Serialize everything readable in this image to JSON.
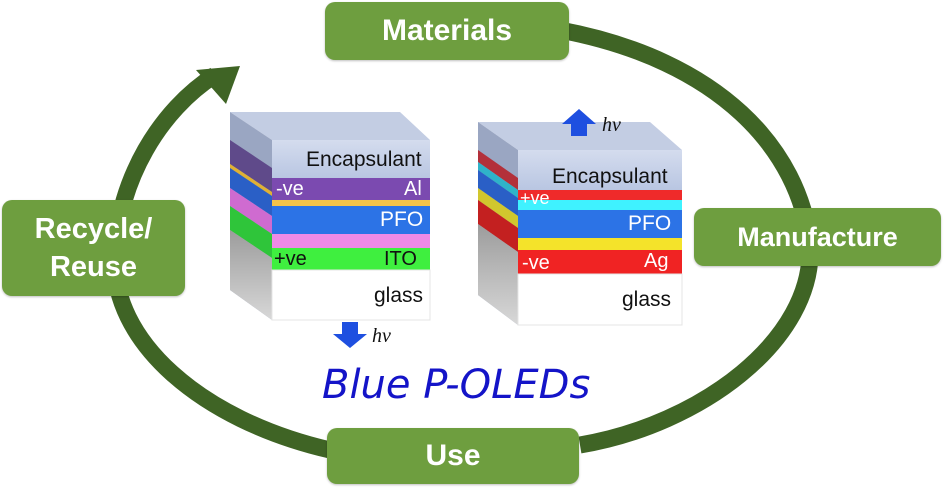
{
  "cycle": {
    "materials": "Materials",
    "manufacture": "Manufacture",
    "use": "Use",
    "recycle_line1": "Recycle/",
    "recycle_line2": "Reuse"
  },
  "title": "Blue P-OLEDs",
  "colors": {
    "cycle_green": "#6e9e3f",
    "arc_green": "#3f6425",
    "title_blue": "#1414c8",
    "arrow_blue": "#1e4fe0"
  },
  "bottom_emitting": {
    "encapsulant": "Encapsulant",
    "cathode_sign": "-ve",
    "cathode": "Al",
    "emitter": "PFO",
    "anode_sign": "+ve",
    "anode": "ITO",
    "substrate": "glass",
    "emission": "hv"
  },
  "top_emitting": {
    "encapsulant": "Encapsulant",
    "anode_sign": "+ve",
    "emitter": "PFO",
    "cathode_sign": "-ve",
    "cathode": "Ag",
    "substrate": "glass",
    "emission": "hv"
  }
}
